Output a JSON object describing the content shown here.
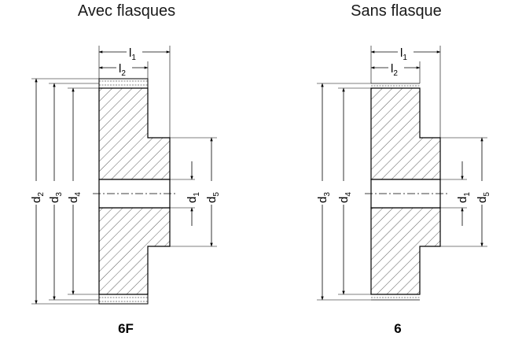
{
  "titles": {
    "left": "Avec flasques",
    "right": "Sans flasque"
  },
  "captions": {
    "left": "6F",
    "right": "6"
  },
  "dims": {
    "l1": {
      "base": "l",
      "sub": "1"
    },
    "l2": {
      "base": "l",
      "sub": "2"
    },
    "d1": {
      "base": "d",
      "sub": "1"
    },
    "d2": {
      "base": "d",
      "sub": "2"
    },
    "d3": {
      "base": "d",
      "sub": "3"
    },
    "d4": {
      "base": "d",
      "sub": "4"
    },
    "d5": {
      "base": "d",
      "sub": "5"
    }
  }
}
